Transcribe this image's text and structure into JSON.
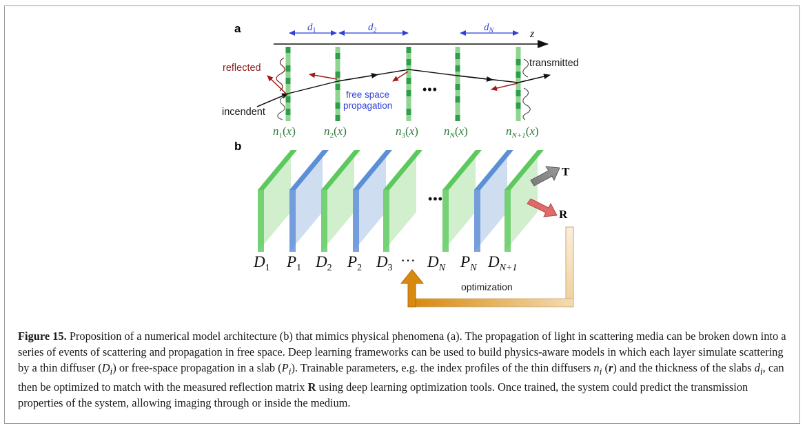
{
  "panel_a": {
    "panel_label": "a",
    "axis_label": "z",
    "spacing_labels": [
      "d",
      "1",
      "d",
      "2",
      "d",
      "N"
    ],
    "reflected_label": "reflected",
    "incident_label": "incendent",
    "transmitted_label": "transmitted",
    "free_space_label_line1": "free space",
    "free_space_label_line2": "propagation",
    "ellipsis": "•••",
    "diffuser_labels": [
      {
        "base": "n",
        "sub": "1",
        "arg": "(x)"
      },
      {
        "base": "n",
        "sub": "2",
        "arg": "(x)"
      },
      {
        "base": "n",
        "sub": "3",
        "arg": "(x)"
      },
      {
        "base": "n",
        "sub": "N",
        "arg": "(x)"
      },
      {
        "base": "n",
        "sub": "N+1",
        "arg": "(x)"
      }
    ]
  },
  "panel_b": {
    "panel_label": "b",
    "output_T": "T",
    "output_R": "R",
    "ellipsis": "•••",
    "layer_labels": [
      {
        "base": "D",
        "sub": "1"
      },
      {
        "base": "P",
        "sub": "1"
      },
      {
        "base": "D",
        "sub": "2"
      },
      {
        "base": "P",
        "sub": "2"
      },
      {
        "base": "D",
        "sub": "3"
      },
      {
        "base": "D",
        "sub": "N"
      },
      {
        "base": "P",
        "sub": "N"
      },
      {
        "base": "D",
        "sub": "N+1"
      }
    ],
    "label_ellipsis": "···",
    "optimization_label": "optimization"
  },
  "caption": {
    "figure_label": "Figure 15.",
    "t1": " Proposition of a numerical model architecture (b) that mimics physical phenomena (a). The propagation of light in scattering media can be broken down into a series of events of scattering and propagation in free space. Deep learning frameworks can be used to build physics-aware models in which each layer simulate scattering by a thin diffuser (",
    "d_sym": "D",
    "d_sub": "i",
    "t2": ") or free-space propagation in a slab (",
    "p_sym": "P",
    "p_sub": "i",
    "t3": "). Trainable parameters, e.g. the index profiles of the thin diffusers ",
    "n_sym": "n",
    "n_sub": "i",
    "n_paren_open": " (",
    "r_sym": "r",
    "n_paren_close": ")",
    "t4": " and the thickness of the slabs ",
    "dd_sym": "d",
    "dd_sub": "i",
    "t5": ", can then be optimized to match with the measured reflection matrix ",
    "R_sym": "R",
    "t6": " using deep learning optimization tools. Once trained, the system could predict the transmission properties of the system, allowing imaging through or inside the medium."
  },
  "colors": {
    "diffuser_dark": "#2e9e4a",
    "diffuser_light": "#8fd48f",
    "blue_arrow": "#2f3fd8",
    "red_arrow": "#a01818",
    "green_text": "#2c7a3a",
    "slab_green_face": "#c9ebc4",
    "slab_green_edge": "#5cc95e",
    "slab_blue_face": "#c7d7ef",
    "slab_blue_edge": "#5b8fd6",
    "optimization_arrow": "#e0a040"
  }
}
